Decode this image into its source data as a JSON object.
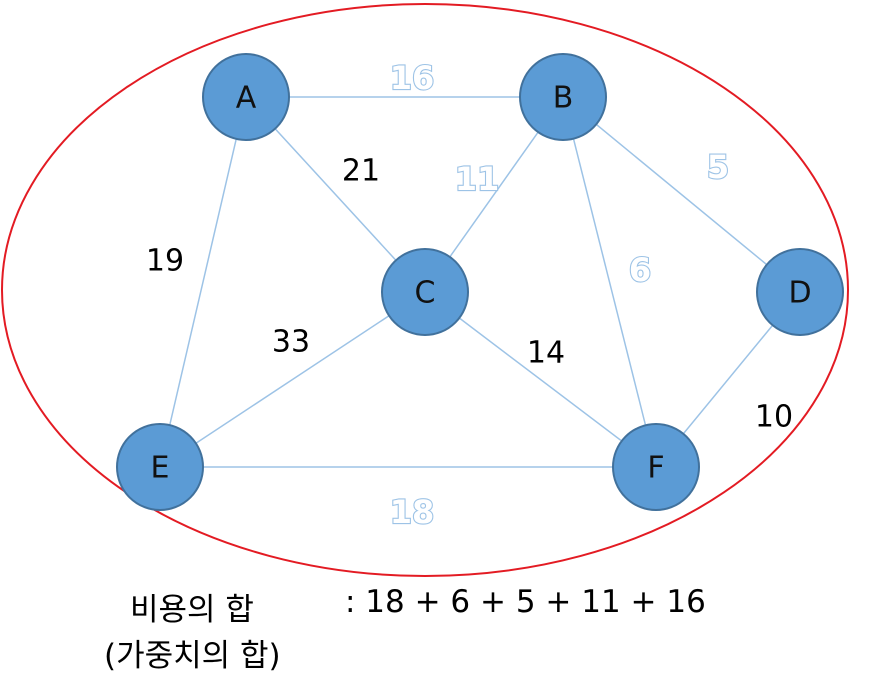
{
  "nodes": [
    {
      "id": "A",
      "label": "A"
    },
    {
      "id": "B",
      "label": "B"
    },
    {
      "id": "C",
      "label": "C"
    },
    {
      "id": "D",
      "label": "D"
    },
    {
      "id": "E",
      "label": "E"
    },
    {
      "id": "F",
      "label": "F"
    }
  ],
  "edges": [
    {
      "from": "A",
      "to": "B",
      "weight": "16",
      "highlighted": true
    },
    {
      "from": "A",
      "to": "C",
      "weight": "21",
      "highlighted": false
    },
    {
      "from": "A",
      "to": "E",
      "weight": "19",
      "highlighted": false
    },
    {
      "from": "B",
      "to": "C",
      "weight": "11",
      "highlighted": true
    },
    {
      "from": "B",
      "to": "D",
      "weight": "5",
      "highlighted": true
    },
    {
      "from": "B",
      "to": "F",
      "weight": "6",
      "highlighted": true
    },
    {
      "from": "C",
      "to": "E",
      "weight": "33",
      "highlighted": false
    },
    {
      "from": "C",
      "to": "F",
      "weight": "14",
      "highlighted": false
    },
    {
      "from": "D",
      "to": "F",
      "weight": "10",
      "highlighted": false
    },
    {
      "from": "E",
      "to": "F",
      "weight": "18",
      "highlighted": true
    }
  ],
  "caption": {
    "line1": "비용의 합",
    "sum": ": 18 + 6 + 5 + 11 + 16",
    "line2": "(가중치의 합)"
  },
  "colors": {
    "node_fill": "#5b9bd5",
    "node_stroke": "#41719c",
    "edge": "#9dc3e6",
    "highlight_label": "#9dc3e6",
    "ellipse": "#e31b23"
  }
}
